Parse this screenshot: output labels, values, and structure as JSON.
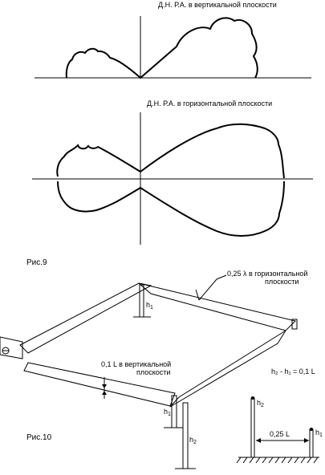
{
  "fig9": {
    "vertical_title": "Д.Н.  Р.А.  в вертикальной плоскости",
    "horizontal_title": "Д.Н.  Р.А.  в горизонтальной плоскости",
    "caption": "Рис.9"
  },
  "fig10": {
    "caption": "Рис.10",
    "label_quarter_lambda": "0,25 λ в горизонтальной",
    "label_quarter_lambda_2": "плоскости",
    "label_0_1L": "0,1 L  в вертикальной",
    "label_0_1L_2": "плоскости",
    "h1": "h",
    "h2": "h",
    "h1_sub": "1",
    "h2_sub": "2",
    "equation": "h₂ - h₁ = 0,1 L",
    "spacing_label": "0,25 L"
  }
}
